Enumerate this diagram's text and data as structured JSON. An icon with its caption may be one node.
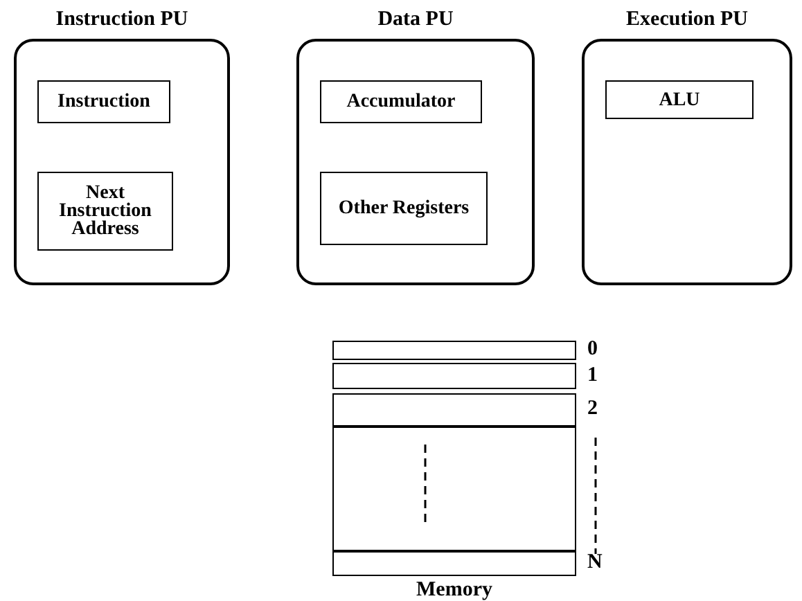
{
  "diagram": {
    "nodes": [
      {
        "text": [
          "Instruction PU"
        ]
      },
      {
        "text": [
          "Instruction"
        ],
        "in": 0
      },
      {
        "text": [
          "Next Instruction Address"
        ],
        "in": 0
      },
      {
        "text": [
          "Data PU"
        ]
      },
      {
        "text": [
          "Accumulator"
        ],
        "in": 3
      },
      {
        "text": [
          "Other Registers"
        ],
        "in": 3
      },
      {
        "text": [
          "Execution PU"
        ]
      },
      {
        "text": [
          "ALU"
        ],
        "in": 6
      },
      {
        "text": [
          "Memory"
        ]
      },
      {
        "text": [],
        "shape": "box",
        "in": 8,
        "beside": [
          "0"
        ]
      },
      {
        "text": [],
        "shape": "box",
        "in": 8,
        "beside": [
          "1"
        ]
      },
      {
        "text": [],
        "shape": "box",
        "in": 8,
        "beside": [
          "2"
        ]
      },
      {
        "text": [],
        "shape": "box",
        "in": 8
      },
      {
        "text": [],
        "shape": "box",
        "in": 8,
        "beside": [
          "N"
        ]
      }
    ],
    "edges": []
  }
}
